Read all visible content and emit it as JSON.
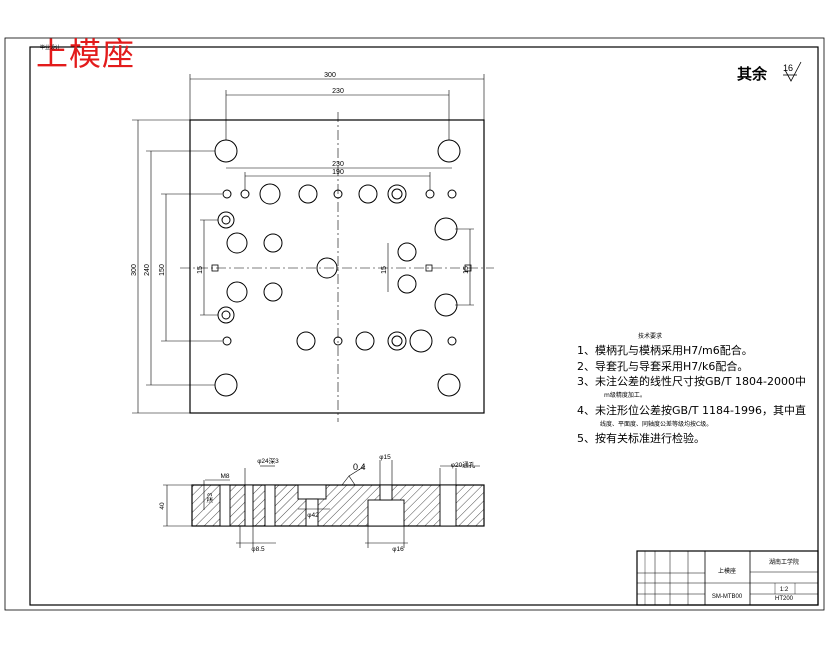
{
  "drawing_title": "上模座",
  "stamp": "毕业设计",
  "roughness": {
    "label": "其余",
    "value": "16"
  },
  "dims": {
    "w300": "300",
    "w230": "230",
    "w230b": "230",
    "w190": "190",
    "h300": "300",
    "h240": "240",
    "h150": "150",
    "v15": "15",
    "v15b": "15",
    "v15c": "15"
  },
  "section": {
    "surface": "0.4",
    "h_left": "40",
    "m8": "M8",
    "d24": "φ24深3",
    "d20": "φ20通孔",
    "d42": "φ42",
    "d15": "φ15",
    "d8": "φ8.5",
    "d16": "φ16",
    "dep": "深3"
  },
  "notes": {
    "heading": "技术要求",
    "items": [
      "1、模柄孔与模柄采用H7/m6配合。",
      "2、导套孔与导套采用H7/k6配合。",
      "3、未注公差的线性尺寸按GB/T 1804-2000中",
      "m级精度加工。",
      "4、未注形位公差按GB/T 1184-1996，其中直",
      "线度、平面度、同轴度公差等级均按C级。",
      "5、按有关标准进行检验。"
    ]
  },
  "title_block": {
    "part_name": "上模座",
    "school": "湖南工学院",
    "drawing_no": "SM-MTB00",
    "material": "HT200",
    "scale": "1:2"
  }
}
